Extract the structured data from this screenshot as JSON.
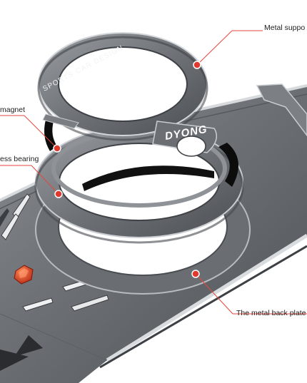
{
  "callouts": {
    "metal_support": "Metal suppo",
    "magnet": "magnet",
    "bearing": "ess bearing",
    "back_plate": "The metal back plate is l"
  },
  "ring_text": {
    "upper": "SPORTS CAR DESIGN",
    "brand": "DYONG"
  },
  "colors": {
    "accent": "#e03a2f",
    "leader_line": "#e4463c"
  }
}
